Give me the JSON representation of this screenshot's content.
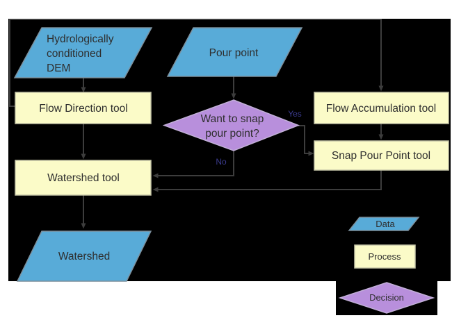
{
  "diagram": {
    "nodes": {
      "dem": {
        "type": "data",
        "lines": [
          "Hydrologically",
          "conditioned",
          "DEM"
        ]
      },
      "pour_point": {
        "type": "data",
        "label": "Pour point"
      },
      "flow_direction": {
        "type": "process",
        "label": "Flow Direction tool"
      },
      "flow_accumulation": {
        "type": "process",
        "label": "Flow Accumulation tool"
      },
      "snap_pour_point": {
        "type": "process",
        "label": "Snap Pour Point tool"
      },
      "watershed_tool": {
        "type": "process",
        "label": "Watershed tool"
      },
      "want_to_snap": {
        "type": "decision",
        "lines": [
          "Want to snap",
          "pour point?"
        ]
      },
      "watershed": {
        "type": "data",
        "label": "Watershed"
      }
    },
    "edge_labels": {
      "yes": "Yes",
      "no": "No"
    },
    "legend": {
      "data": {
        "shape": "parallelogram",
        "label": "Data"
      },
      "process": {
        "shape": "rectangle",
        "label": "Process"
      },
      "decision": {
        "shape": "diamond",
        "label": "Decision"
      }
    },
    "colors": {
      "page": "#ffffff",
      "canvas": "#000000",
      "data_fill": "#58ABD8",
      "data_border": "#7C8F9C",
      "process_fill": "#FBFBC8",
      "process_border": "#C6C6A8",
      "decision_fill": "#B88FDC",
      "decision_border": "#C2B0D8",
      "connector": "#3D3D3D",
      "text": "#2E2E2E",
      "edge_label": "#3B3B8F"
    }
  }
}
